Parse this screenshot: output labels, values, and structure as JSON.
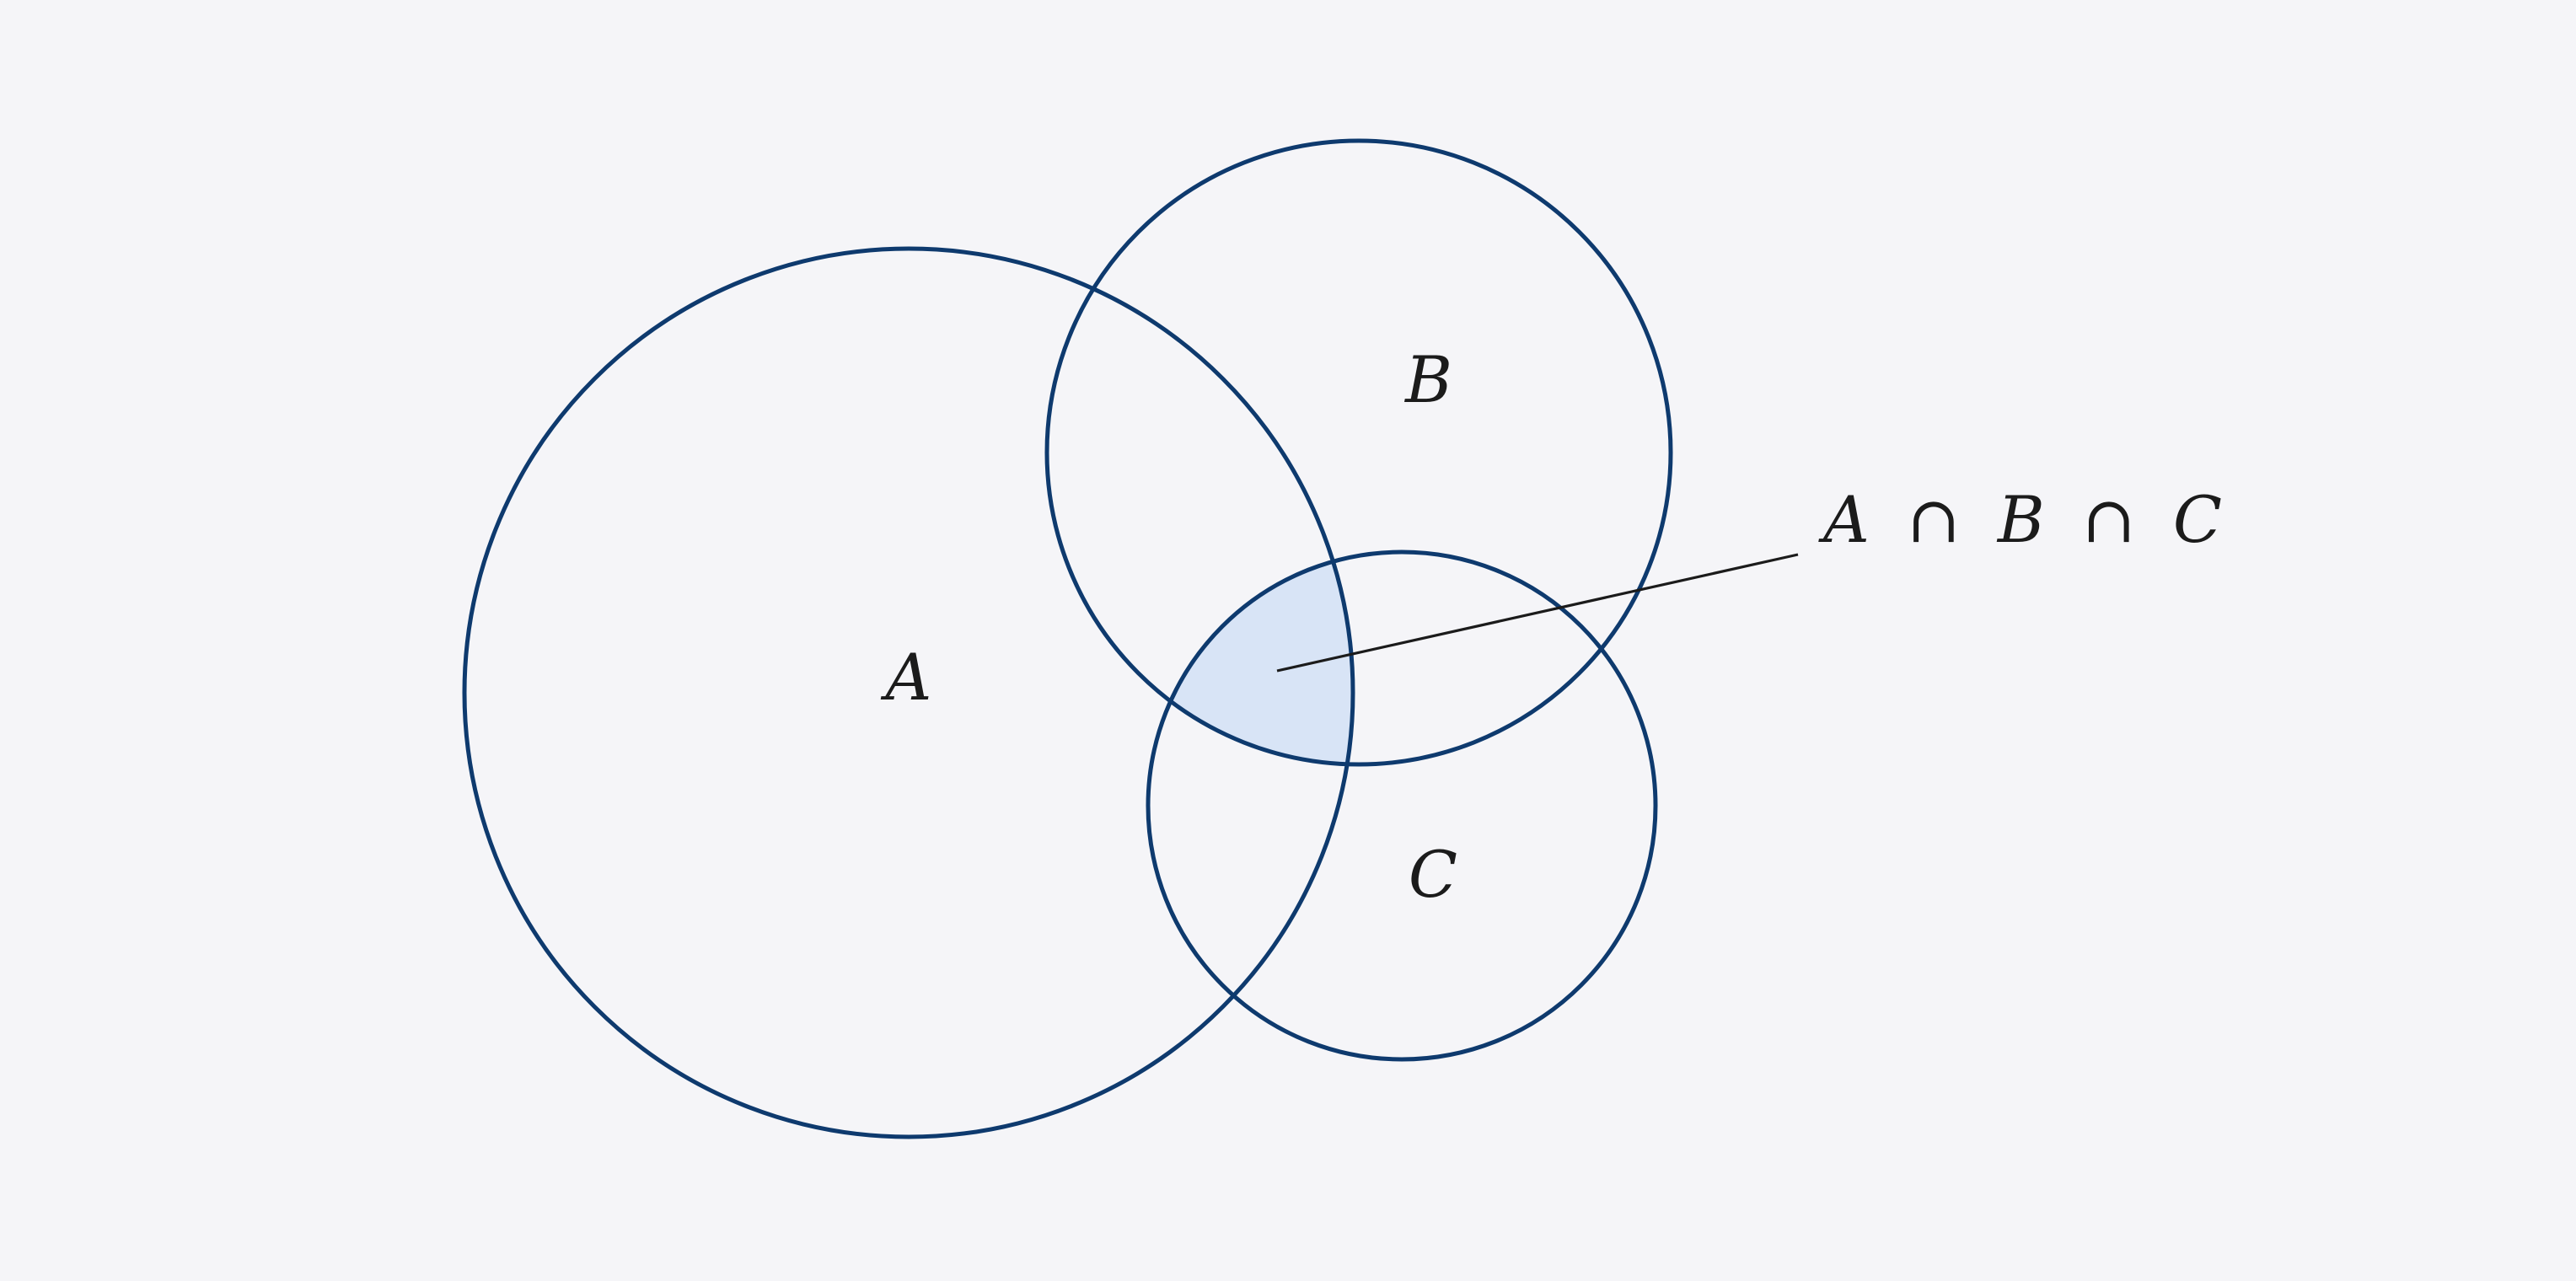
{
  "diagram": {
    "sets": [
      {
        "id": "A",
        "label": "A"
      },
      {
        "id": "B",
        "label": "B"
      },
      {
        "id": "C",
        "label": "C"
      }
    ],
    "highlighted_region": {
      "members": [
        "A",
        "B",
        "C"
      ],
      "label_parts": [
        "A",
        "∩",
        "B",
        "∩",
        "C"
      ]
    },
    "colors": {
      "circle_stroke": "#0e3a6e",
      "region_fill": "#d8e4f6",
      "background": "#f5f5f8",
      "text": "#1b1b1b"
    }
  }
}
